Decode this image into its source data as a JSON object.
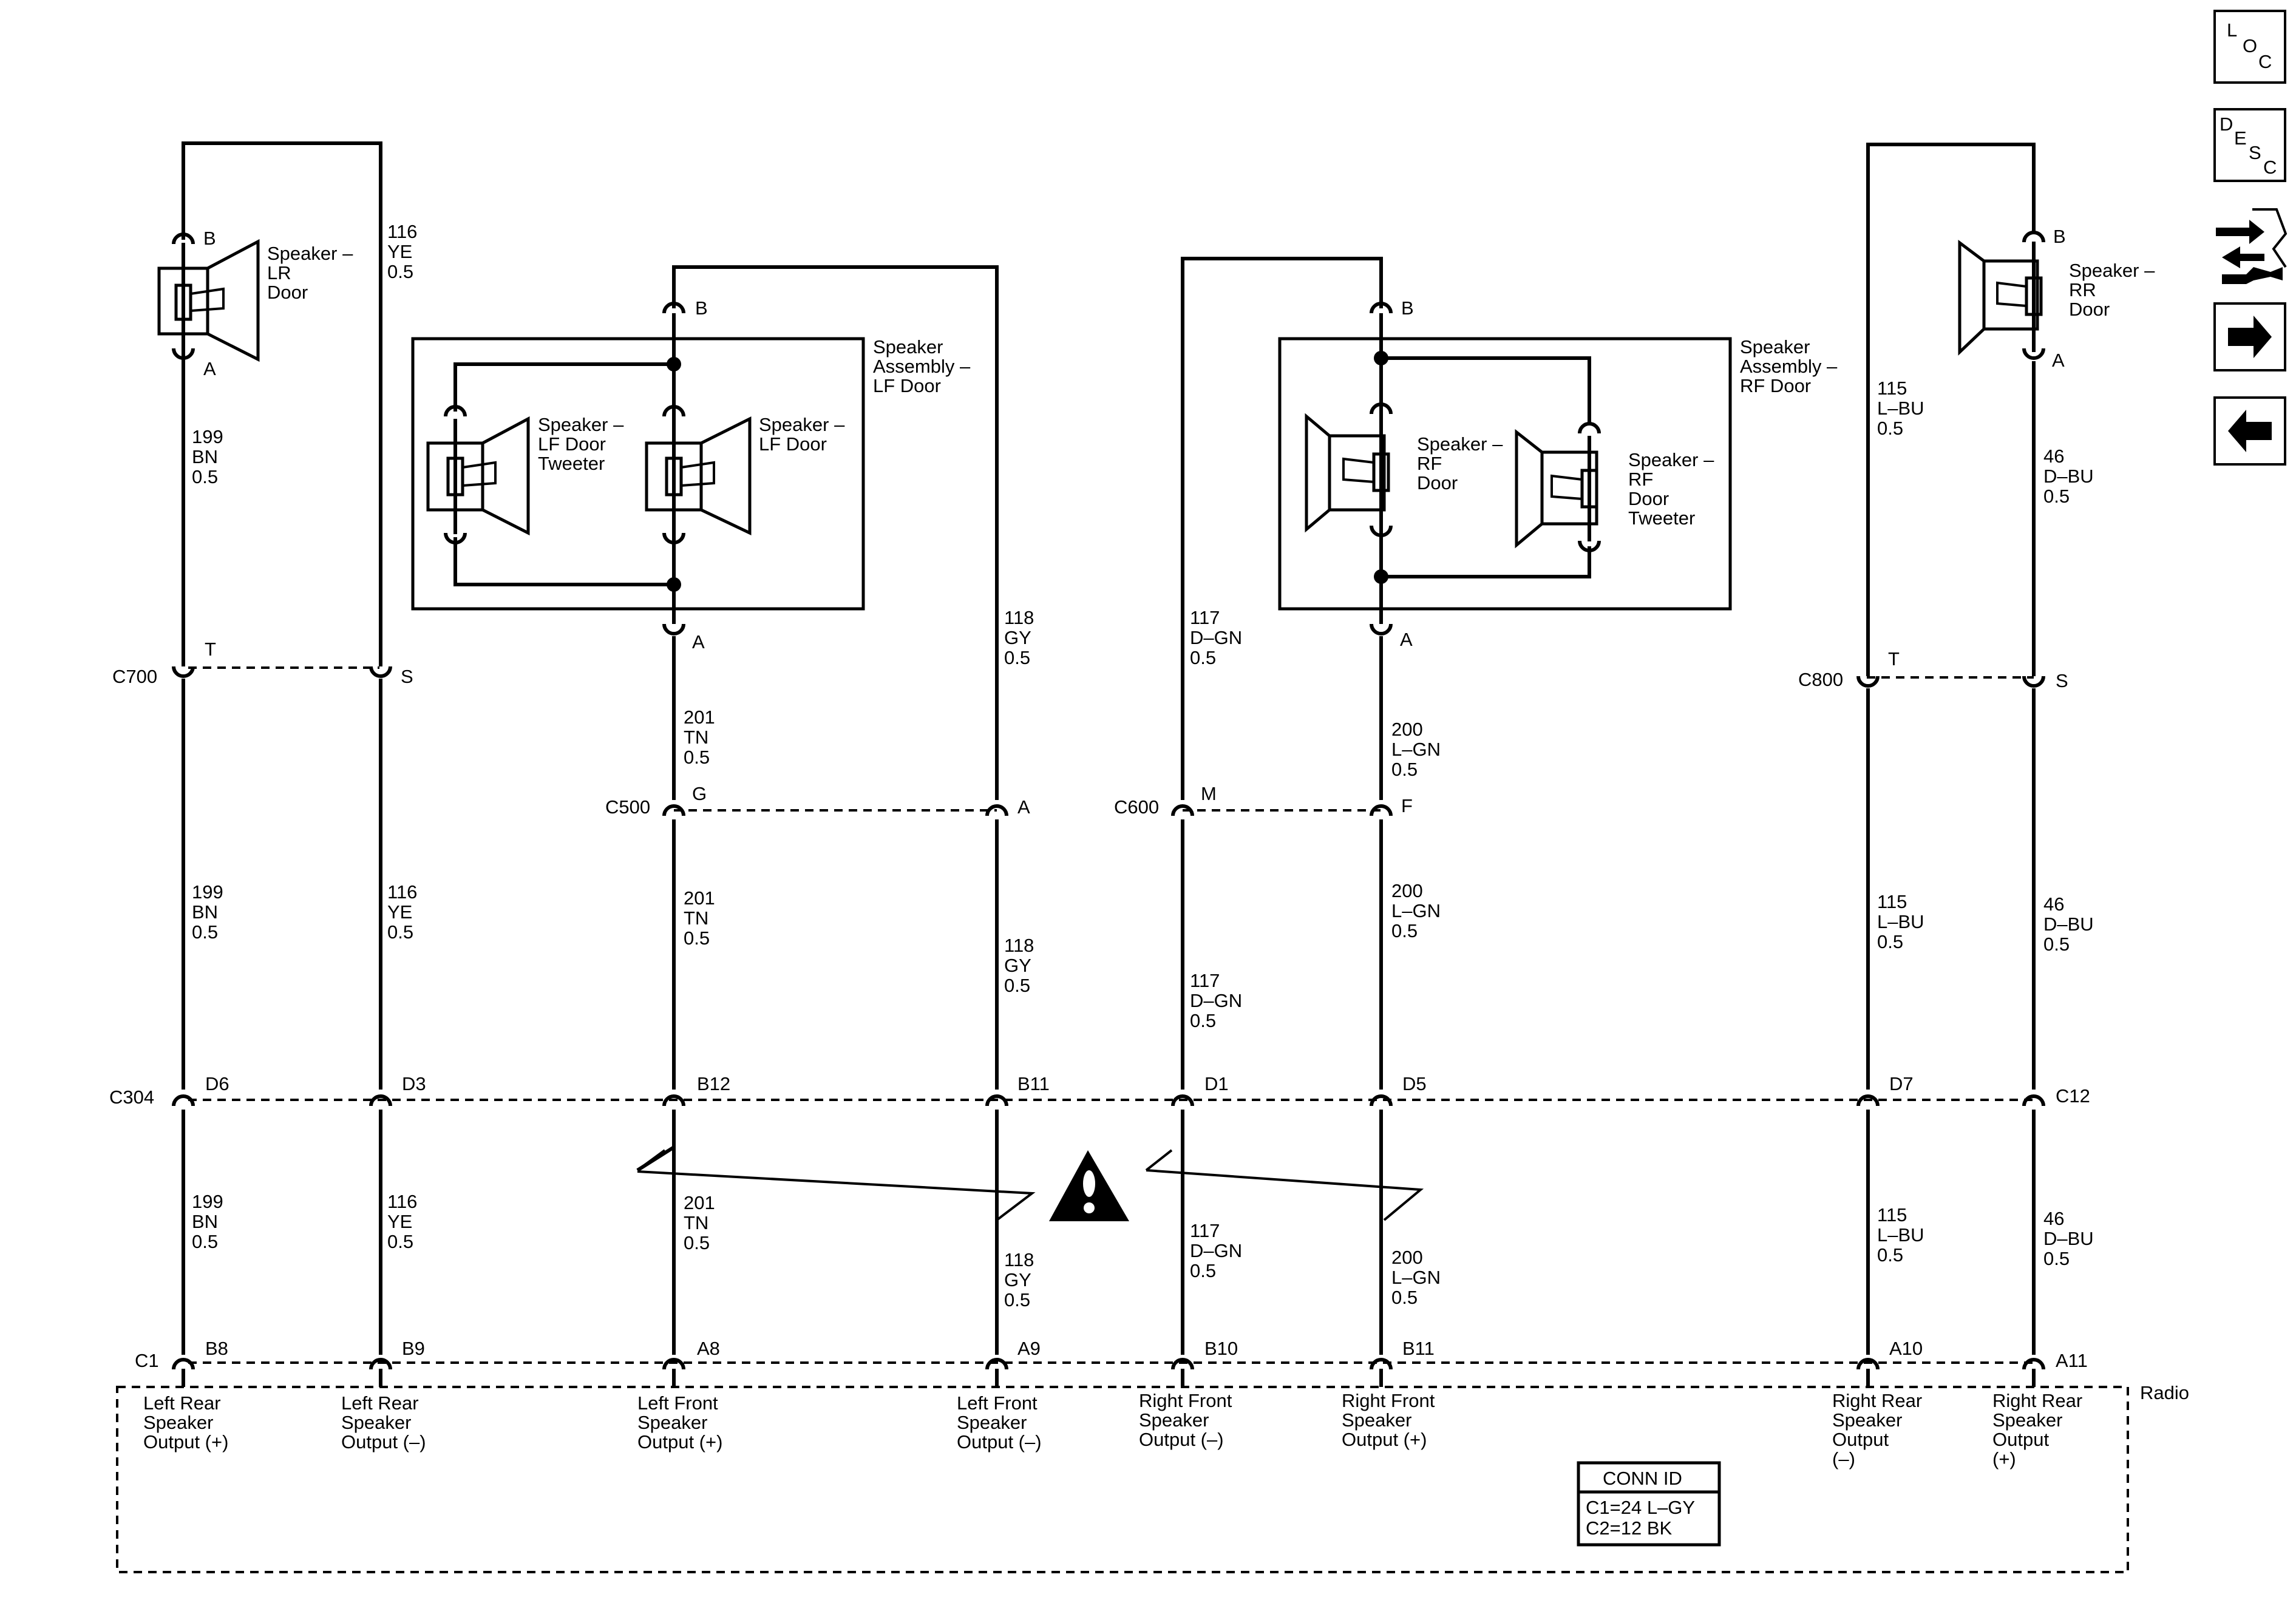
{
  "sidebar": {
    "loc": [
      "L",
      "O",
      "C"
    ],
    "desc": [
      "D",
      "E",
      "S",
      "C"
    ]
  },
  "components": {
    "lr_speaker": [
      "Speaker –",
      "LR",
      "Door"
    ],
    "rr_speaker": [
      "Speaker –",
      "RR",
      "Door"
    ],
    "lf_assembly": [
      "Speaker",
      "Assembly –",
      "LF Door"
    ],
    "rf_assembly": [
      "Speaker",
      "Assembly –",
      "RF Door"
    ],
    "lf_tweeter": [
      "Speaker –",
      "LF Door",
      "Tweeter"
    ],
    "lf_speaker": [
      "Speaker –",
      "LF Door"
    ],
    "rf_speaker": [
      "Speaker –",
      "RF",
      "Door"
    ],
    "rf_tweeter": [
      "Speaker –",
      "RF",
      "Door",
      "Tweeter"
    ],
    "radio": "Radio"
  },
  "wires": {
    "w199": [
      "199",
      "BN",
      "0.5"
    ],
    "w116": [
      "116",
      "YE",
      "0.5"
    ],
    "w201": [
      "201",
      "TN",
      "0.5"
    ],
    "w118": [
      "118",
      "GY",
      "0.5"
    ],
    "w117": [
      "117",
      "D–GN",
      "0.5"
    ],
    "w200": [
      "200",
      "L–GN",
      "0.5"
    ],
    "w115": [
      "115",
      "L–BU",
      "0.5"
    ],
    "w46": [
      "46",
      "D–BU",
      "0.5"
    ]
  },
  "connectors": {
    "C700": {
      "name": "C700",
      "pins": [
        "T",
        "S"
      ]
    },
    "C800": {
      "name": "C800",
      "pins": [
        "T",
        "S"
      ]
    },
    "C500": {
      "name": "C500",
      "pins": [
        "G",
        "A"
      ]
    },
    "C600": {
      "name": "C600",
      "pins": [
        "M",
        "F"
      ]
    },
    "C304": {
      "name": "C304",
      "pins": [
        "D6",
        "D3",
        "B12",
        "B11",
        "D1",
        "D5",
        "D7",
        "C12"
      ]
    },
    "C1": {
      "name": "C1",
      "pins": [
        "B8",
        "B9",
        "A8",
        "A9",
        "B10",
        "B11",
        "A10",
        "A11"
      ]
    }
  },
  "speaker_pins": {
    "b": "B",
    "a": "A"
  },
  "radio_outputs": [
    [
      "Left Rear",
      "Speaker",
      "Output (+)"
    ],
    [
      "Left Rear",
      "Speaker",
      "Output (–)"
    ],
    [
      "Left Front",
      "Speaker",
      "Output (+)"
    ],
    [
      "Left Front",
      "Speaker",
      "Output (–)"
    ],
    [
      "Right Front",
      "Speaker",
      "Output (–)"
    ],
    [
      "Right Front",
      "Speaker",
      "Output (+)"
    ],
    [
      "Right Rear",
      "Speaker",
      "Output",
      "(–)"
    ],
    [
      "Right Rear",
      "Speaker",
      "Output",
      "(+)"
    ]
  ],
  "conn_id": {
    "title": "CONN ID",
    "lines": [
      "C1=24 L–GY",
      "C2=12 BK"
    ]
  }
}
